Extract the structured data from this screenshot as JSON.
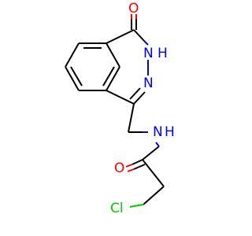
{
  "atom_labels": {
    "o_carbonyl_top": "O",
    "nh_ring": "N",
    "h_ring": "H",
    "n_ring": "N",
    "nh_amide": "N",
    "h_amide": "H",
    "o_amide": "O",
    "cl": "Cl"
  },
  "colors": {
    "bond": "#000000",
    "nitrogen": "#0000ff",
    "oxygen": "#ff0000",
    "chlorine": "#00cc00"
  }
}
